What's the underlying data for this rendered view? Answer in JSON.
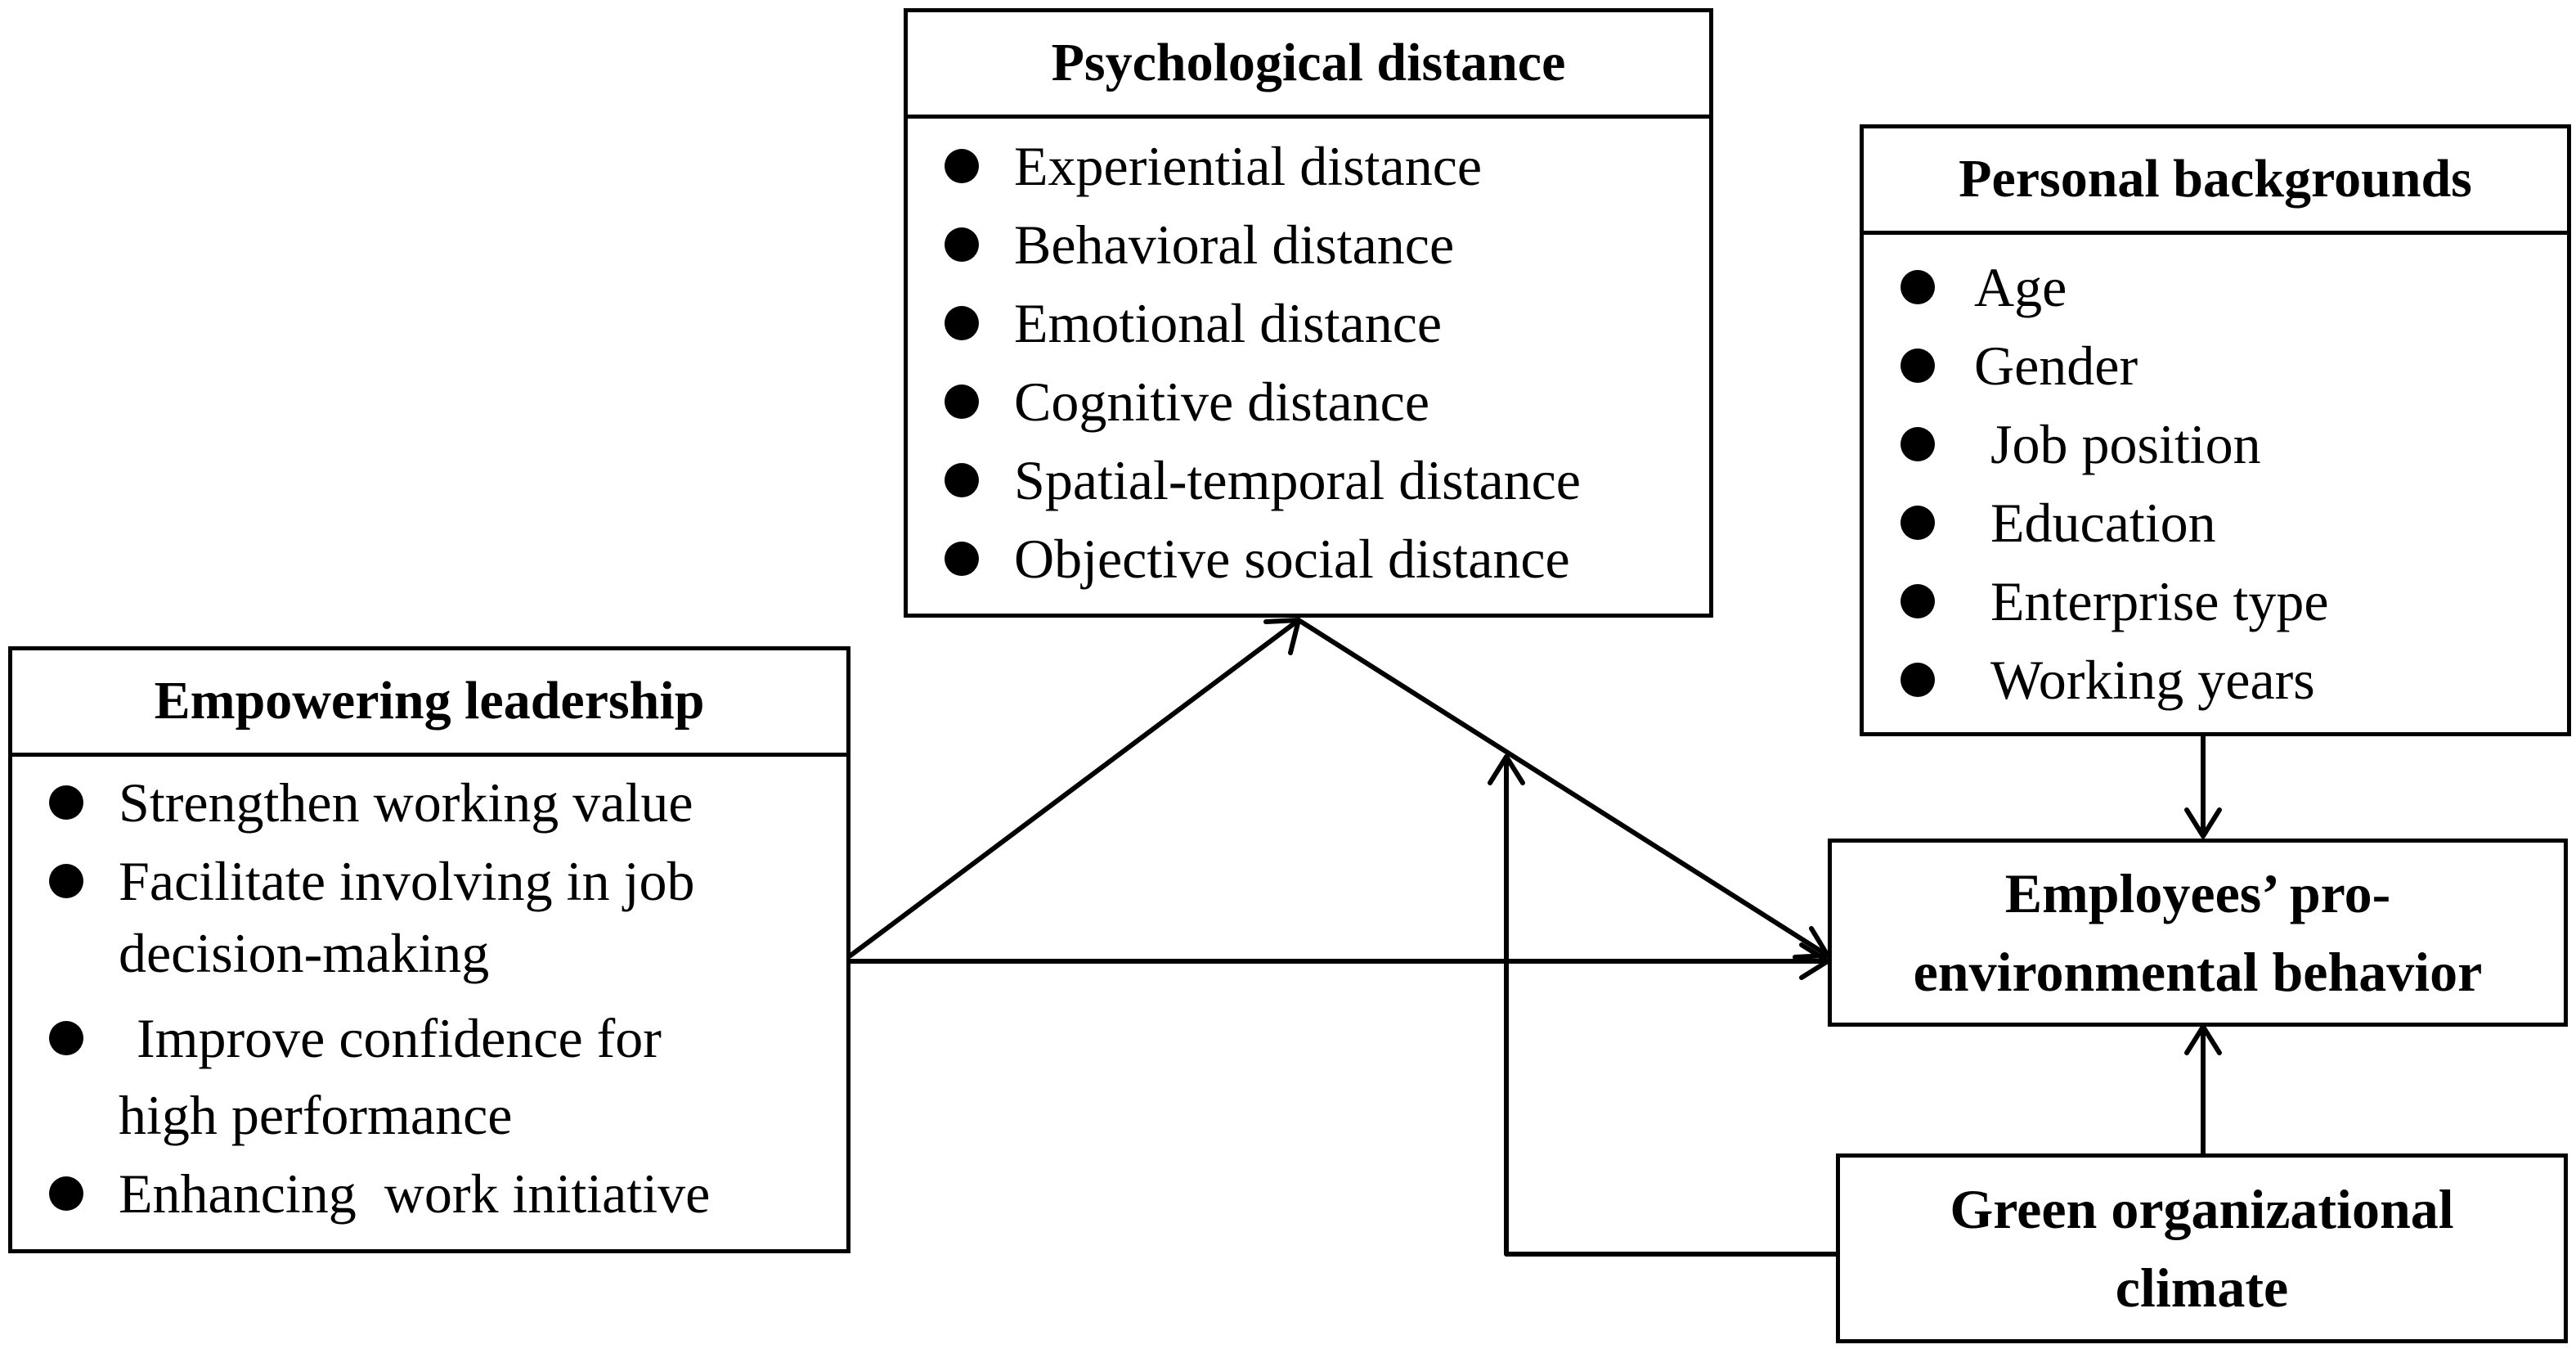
{
  "psychological_distance": {
    "title": "Psychological distance",
    "items": [
      "Experiential distance",
      "Behavioral distance",
      "Emotional distance",
      "Cognitive distance",
      "Spatial-temporal distance",
      "Objective social distance"
    ]
  },
  "personal_backgrounds": {
    "title": "Personal backgrounds",
    "items": [
      "Age",
      "Gender",
      "Job position",
      "Education",
      "Enterprise type",
      "Working years"
    ]
  },
  "empowering_leadership": {
    "title": "Empowering leadership",
    "items": [
      {
        "line1": "Strengthen working value",
        "line2": ""
      },
      {
        "line1": "Facilitate involving in job",
        "line2": "decision-making"
      },
      {
        "line1": "Improve confidence for",
        "line2": "high performance"
      },
      {
        "line1": "Enhancing  work initiative",
        "line2": ""
      }
    ]
  },
  "outcome": {
    "line1": "Employees’ pro-",
    "line2": "environmental behavior"
  },
  "moderator": {
    "line1": "Green organizational",
    "line2": "climate"
  },
  "colors": {
    "line": "#000000",
    "background": "#ffffff"
  }
}
